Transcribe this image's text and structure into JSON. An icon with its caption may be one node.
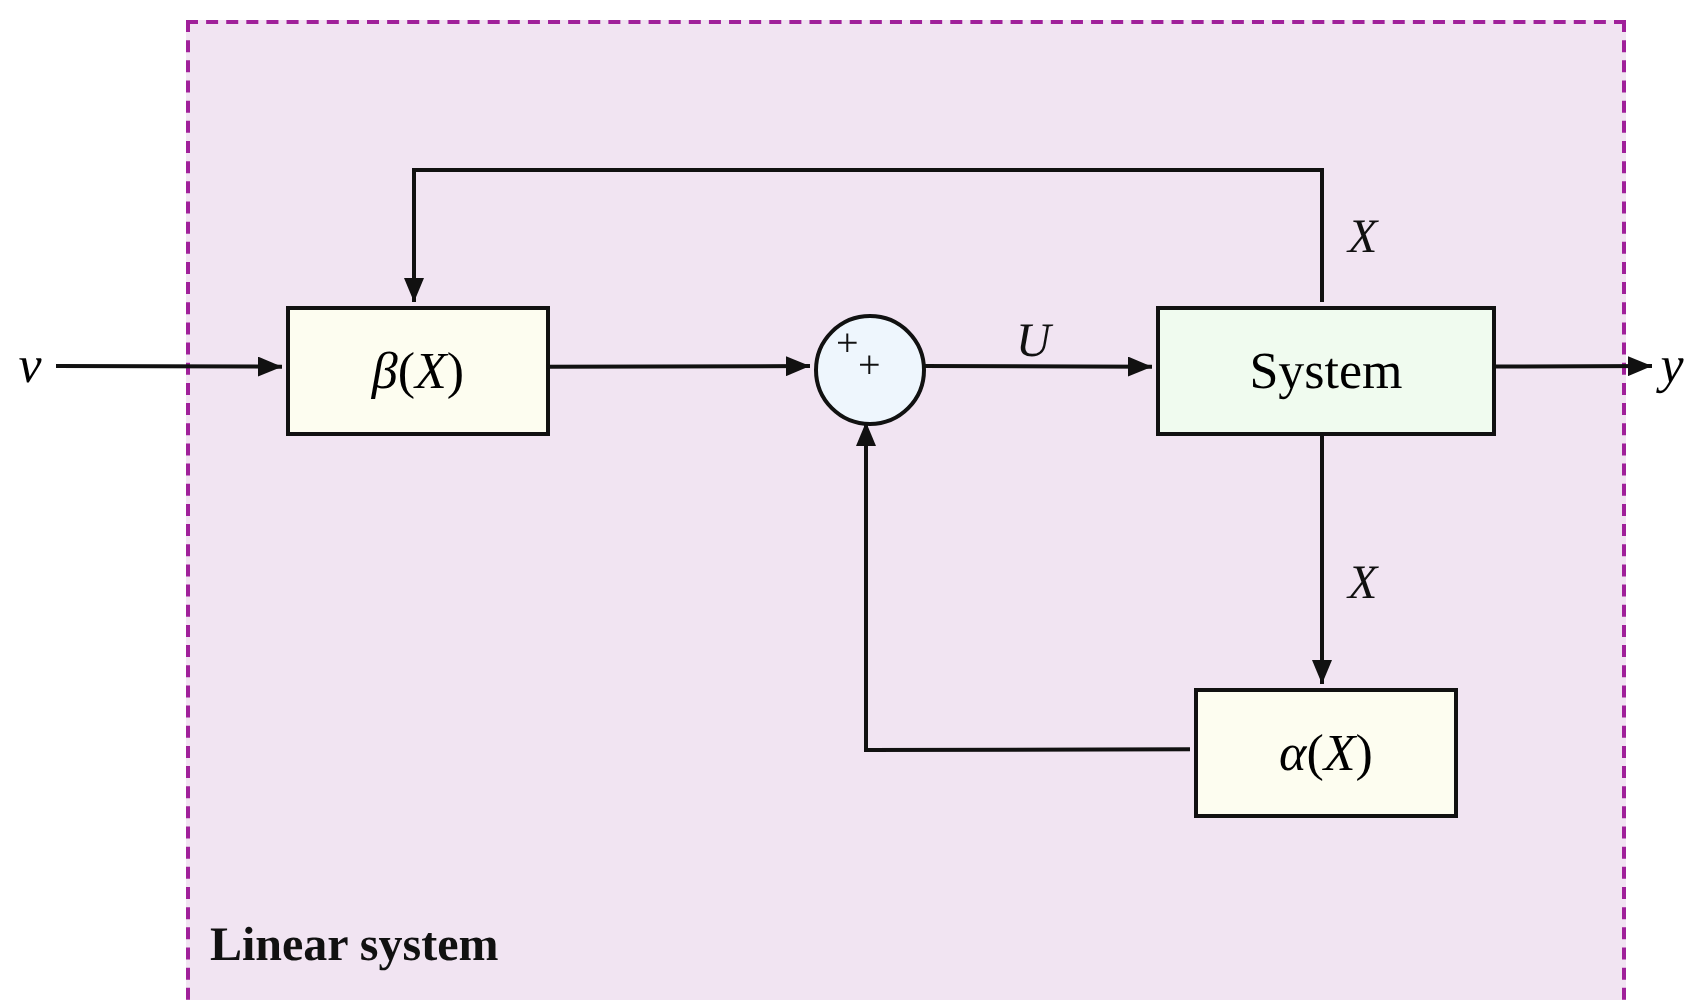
{
  "diagram": {
    "nodes": [
      {
        "text": [
          "Linear system"
        ]
      },
      {
        "text": [
          "v"
        ]
      },
      {
        "text": [
          "*β*(*X*)"
        ],
        "in": 0
      },
      {
        "text": [
          "+",
          "+"
        ],
        "in": 0
      },
      {
        "text": [
          "System"
        ],
        "in": 0
      },
      {
        "text": [
          "*α*(*X*)"
        ],
        "in": 0
      },
      {
        "text": [
          "y"
        ]
      }
    ],
    "edges": [
      {
        "from": 1,
        "to": 2,
        "arrow": "to"
      },
      {
        "from": 2,
        "to": 3,
        "arrow": "to"
      },
      {
        "from": 3,
        "to": 4,
        "arrow": "to",
        "label": "U"
      },
      {
        "from": 4,
        "to": 2,
        "arrow": "to",
        "label": "X"
      },
      {
        "from": 4,
        "to": 5,
        "arrow": "to",
        "label": "X"
      },
      {
        "from": 5,
        "to": 3,
        "arrow": "to"
      },
      {
        "from": 4,
        "to": 6,
        "arrow": "to"
      }
    ]
  }
}
